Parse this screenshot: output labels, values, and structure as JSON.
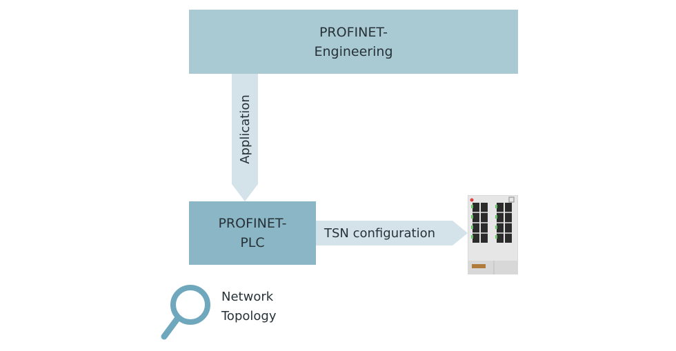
{
  "colors": {
    "engineering_box": "#a9c9d3",
    "plc_box": "#8bb6c6",
    "arrow": "#d3e3e9",
    "magnifier": "#6fa7bd"
  },
  "engineering": {
    "line1": "PROFINET-",
    "line2": "Engineering"
  },
  "application_arrow": {
    "label": "Application"
  },
  "plc": {
    "line1": "PROFINET-",
    "line2": "PLC"
  },
  "tsn_arrow": {
    "label": "TSN configuration"
  },
  "switch": {
    "icon": "tsn-switch-device"
  },
  "network_topology": {
    "icon": "magnifier-icon",
    "line1": "Network",
    "line2": "Topology"
  }
}
